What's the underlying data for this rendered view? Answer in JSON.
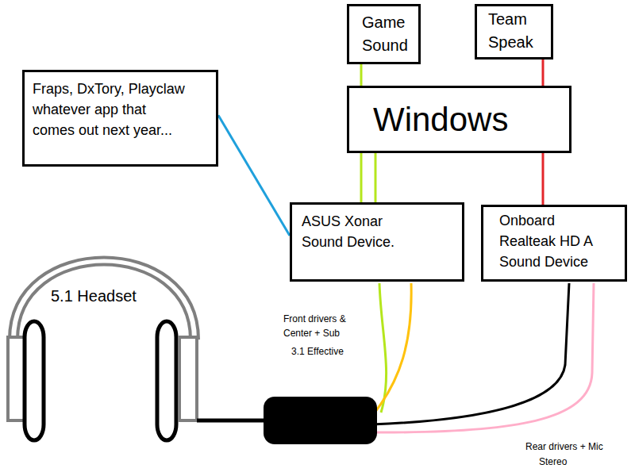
{
  "diagram": {
    "nodes": [
      {
        "text": [
          "Game Sound"
        ]
      },
      {
        "text": [
          "Team Speak"
        ]
      },
      {
        "text": [
          "Windows"
        ]
      },
      {
        "text": [
          "Fraps, DxTory, Playclaw whatever app that comes out next year..."
        ]
      },
      {
        "text": [
          "ASUS Xonar Sound Device."
        ]
      },
      {
        "text": [
          "Onboard Realteak HD A Sound Device"
        ]
      }
    ],
    "edges": [
      {
        "from": 0,
        "to": 2,
        "arrow": "none"
      },
      {
        "from": 1,
        "to": 2,
        "arrow": "none"
      },
      {
        "from": 2,
        "to": 4,
        "arrow": "none"
      },
      {
        "from": 2,
        "to": 4,
        "arrow": "none"
      },
      {
        "from": 2,
        "to": 5,
        "arrow": "none"
      },
      {
        "from": 3,
        "to": 4,
        "arrow": "none"
      }
    ],
    "labels": [
      "5.1 Headset",
      "Front drivers & Center + Sub",
      "3.1 Effective",
      "Rear drivers + Mic",
      "Stereo"
    ]
  }
}
